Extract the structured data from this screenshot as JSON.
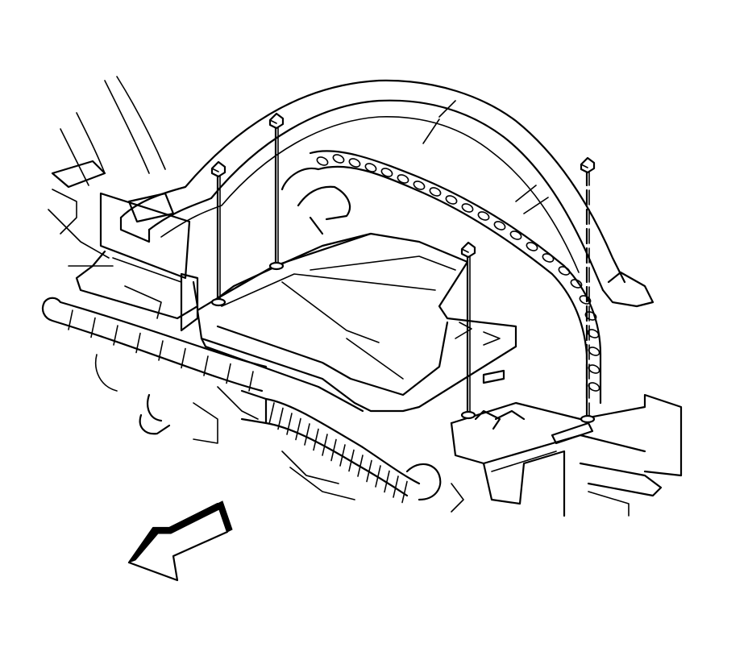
{
  "figure": {
    "background": "#ffffff",
    "line_color": "#000000",
    "parts": [
      "upper-air-duct",
      "wiring-harness-upper",
      "fuse-relay-center-cover",
      "fastener-bolt",
      "mounting-bracket-left",
      "support-frame-right",
      "wiring-harness-lower",
      "hose-left",
      "front-direction-arrow"
    ],
    "fastener_count": 4,
    "direction_arrow": "front-left"
  }
}
